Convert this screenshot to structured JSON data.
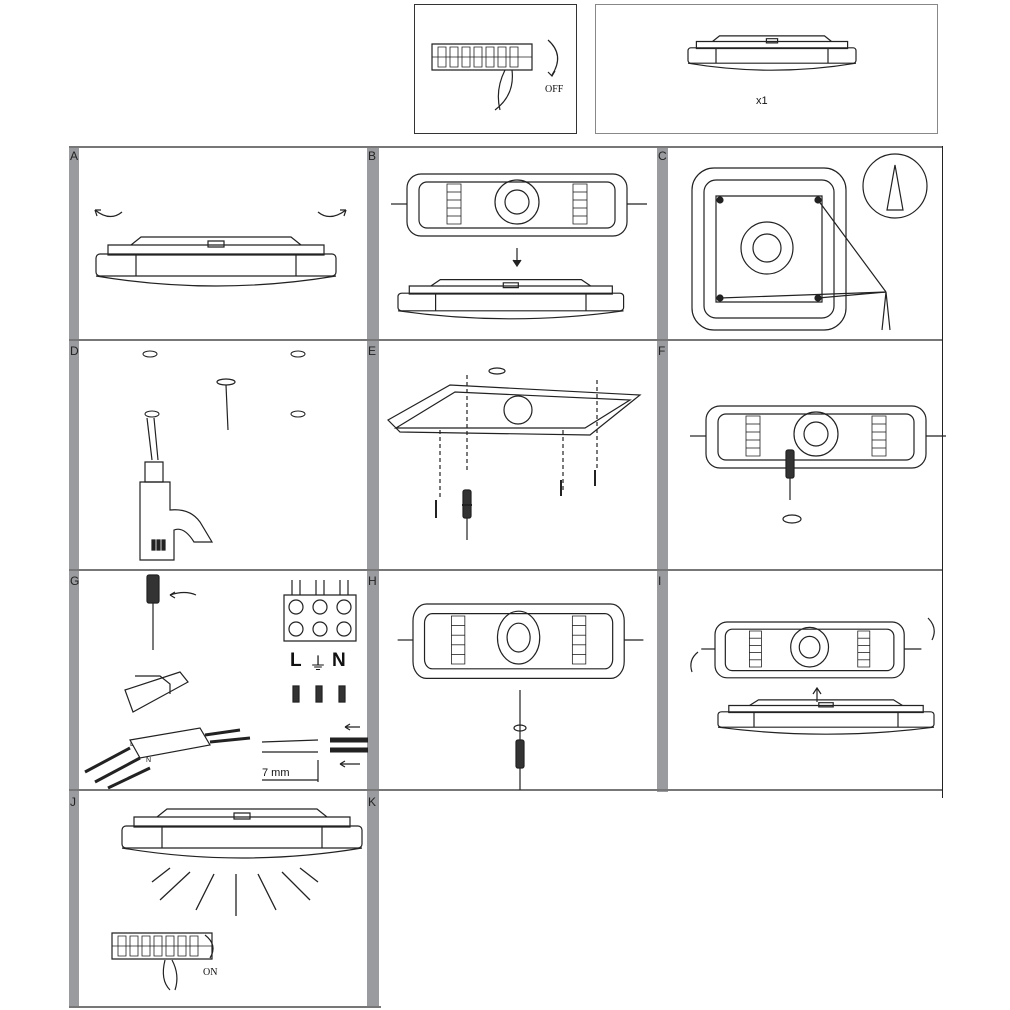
{
  "header": {
    "power_off_label": "OFF",
    "quantity_label": "x1"
  },
  "steps": [
    {
      "letter": "A"
    },
    {
      "letter": "B"
    },
    {
      "letter": "C"
    },
    {
      "letter": "D"
    },
    {
      "letter": "E"
    },
    {
      "letter": "F"
    },
    {
      "letter": "G"
    },
    {
      "letter": "H"
    },
    {
      "letter": "I"
    },
    {
      "letter": "J"
    },
    {
      "letter": "K"
    }
  ],
  "wiring": {
    "live_label": "L",
    "neutral_label": "N",
    "strip_length": "7 mm",
    "wire_l": "L",
    "wire_n": "N"
  },
  "final": {
    "power_on_label": "ON"
  }
}
